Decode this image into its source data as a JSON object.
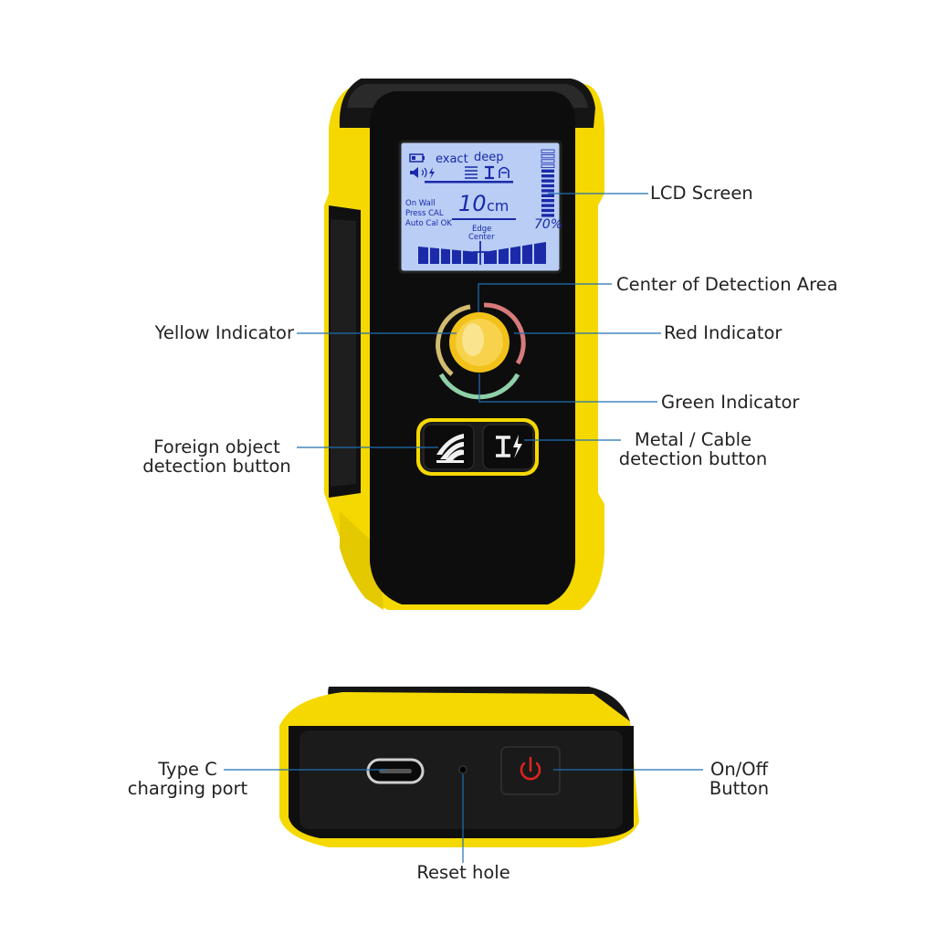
{
  "labels": {
    "lcd_screen": "LCD Screen",
    "center_detection": "Center of Detection Area",
    "yellow_indicator": "Yellow Indicator",
    "red_indicator": "Red Indicator",
    "green_indicator": "Green Indicator",
    "foreign_line1": "Foreign object",
    "foreign_line2": "detection button",
    "metal_line1": "Metal / Cable",
    "metal_line2": "detection button",
    "typec_line1": "Type C",
    "typec_line2": "charging port",
    "onoff_line1": "On/Off",
    "onoff_line2": "Button",
    "reset_hole": "Reset hole"
  },
  "lcd": {
    "mode_exact": "exact",
    "mode_deep": "deep",
    "status_on_wall": "On Wall",
    "status_press_cal": "Press CAL",
    "status_auto_cal": "Auto Cal OK",
    "depth_value": "10",
    "depth_unit": "cm",
    "signal_percent": "70%",
    "edge": "Edge",
    "center": "Center"
  },
  "colors": {
    "body_yellow": "#f5d800",
    "body_black": "#111111",
    "lcd_bg": "#b9cdf5",
    "lcd_ink": "#1a2aa8",
    "leader_line": "#1f6fb5",
    "indicator_red": "#d77a7a",
    "indicator_green": "#8fd0a8",
    "indicator_yellow": "#e8cf7a",
    "power_red": "#e0231e"
  },
  "icons": {
    "foreign_button": "wave-layers-icon",
    "metal_button": "metal-cable-icon",
    "power_button": "power-icon",
    "battery": "battery-icon",
    "speaker": "speaker-icon"
  }
}
